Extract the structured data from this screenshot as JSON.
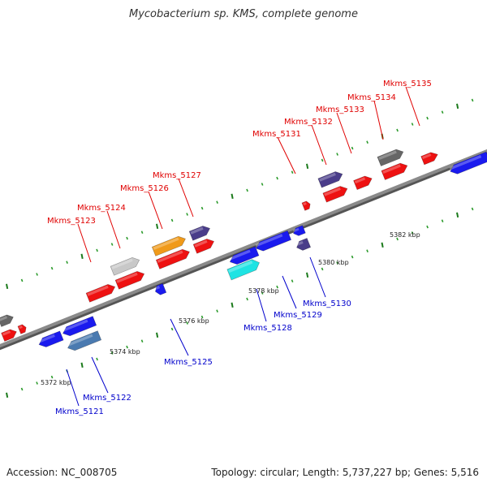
{
  "title": "Mycobacterium sp. KMS, complete genome",
  "footer": {
    "accession": "Accession: NC_008705",
    "topology": "Topology: circular; Length: 5,737,227 bp; Genes: 5,516"
  },
  "colors": {
    "forward_label": "#e00000",
    "reverse_label": "#0000cc",
    "backbone": "#8a8a8a",
    "tick_major": "#1b7a1b",
    "tick_minor": "#2a9a2a"
  },
  "scale_labels": [
    "5372 kbp",
    "5374 kbp",
    "5376 kbp",
    "5378 kbp",
    "5380 kbp",
    "5382 kbp"
  ],
  "genes_forward": [
    {
      "name": "Mkms_5123",
      "color": "#ee1111"
    },
    {
      "name": "Mkms_5124",
      "color": "#c8c8c8"
    },
    {
      "name": "Mkms_5126",
      "color": "#f09a1a"
    },
    {
      "name": "Mkms_5127",
      "color": "#4a3d8a"
    },
    {
      "name": "Mkms_5131",
      "color": "#ee1111"
    },
    {
      "name": "Mkms_5132",
      "color": "#4a3d8a"
    },
    {
      "name": "Mkms_5133",
      "color": "#ee1111"
    },
    {
      "name": "Mkms_5134",
      "color": "#666666"
    },
    {
      "name": "Mkms_5135",
      "color": "#ee1111"
    }
  ],
  "genes_reverse": [
    {
      "name": "Mkms_5121",
      "color": "#1a1aee"
    },
    {
      "name": "Mkms_5122",
      "color": "#4a7ab0"
    },
    {
      "name": "Mkms_5125",
      "color": "#1a1aee"
    },
    {
      "name": "Mkms_5128",
      "color": "#1fe3e3"
    },
    {
      "name": "Mkms_5129",
      "color": "#1a1aee"
    },
    {
      "name": "Mkms_5130",
      "color": "#4a3d8a"
    }
  ]
}
